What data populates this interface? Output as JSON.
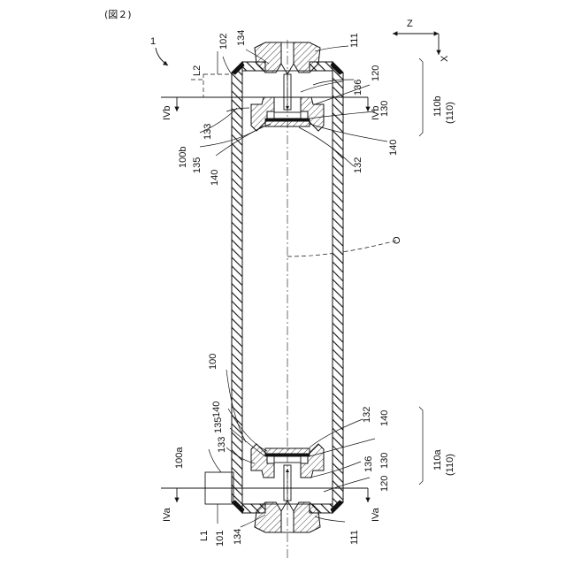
{
  "figure_label": "(図２)",
  "refs": {
    "n1": "1",
    "n100": "100",
    "n100a": "100a",
    "n100b": "100b",
    "n101": "101",
    "n102": "102",
    "n110a": "110a",
    "n110a_paren": "(110)",
    "n110b": "110b",
    "n110b_paren": "(110)",
    "n111": "111",
    "n120": "120",
    "n130": "130",
    "n132": "132",
    "n133": "133",
    "n134": "134",
    "n135": "135",
    "n136": "136",
    "n140": "140",
    "L1": "L1",
    "L2": "L2",
    "O": "O",
    "IVa": "IVa",
    "IVb": "IVb"
  },
  "axes": {
    "z": "Z",
    "x": "X"
  }
}
